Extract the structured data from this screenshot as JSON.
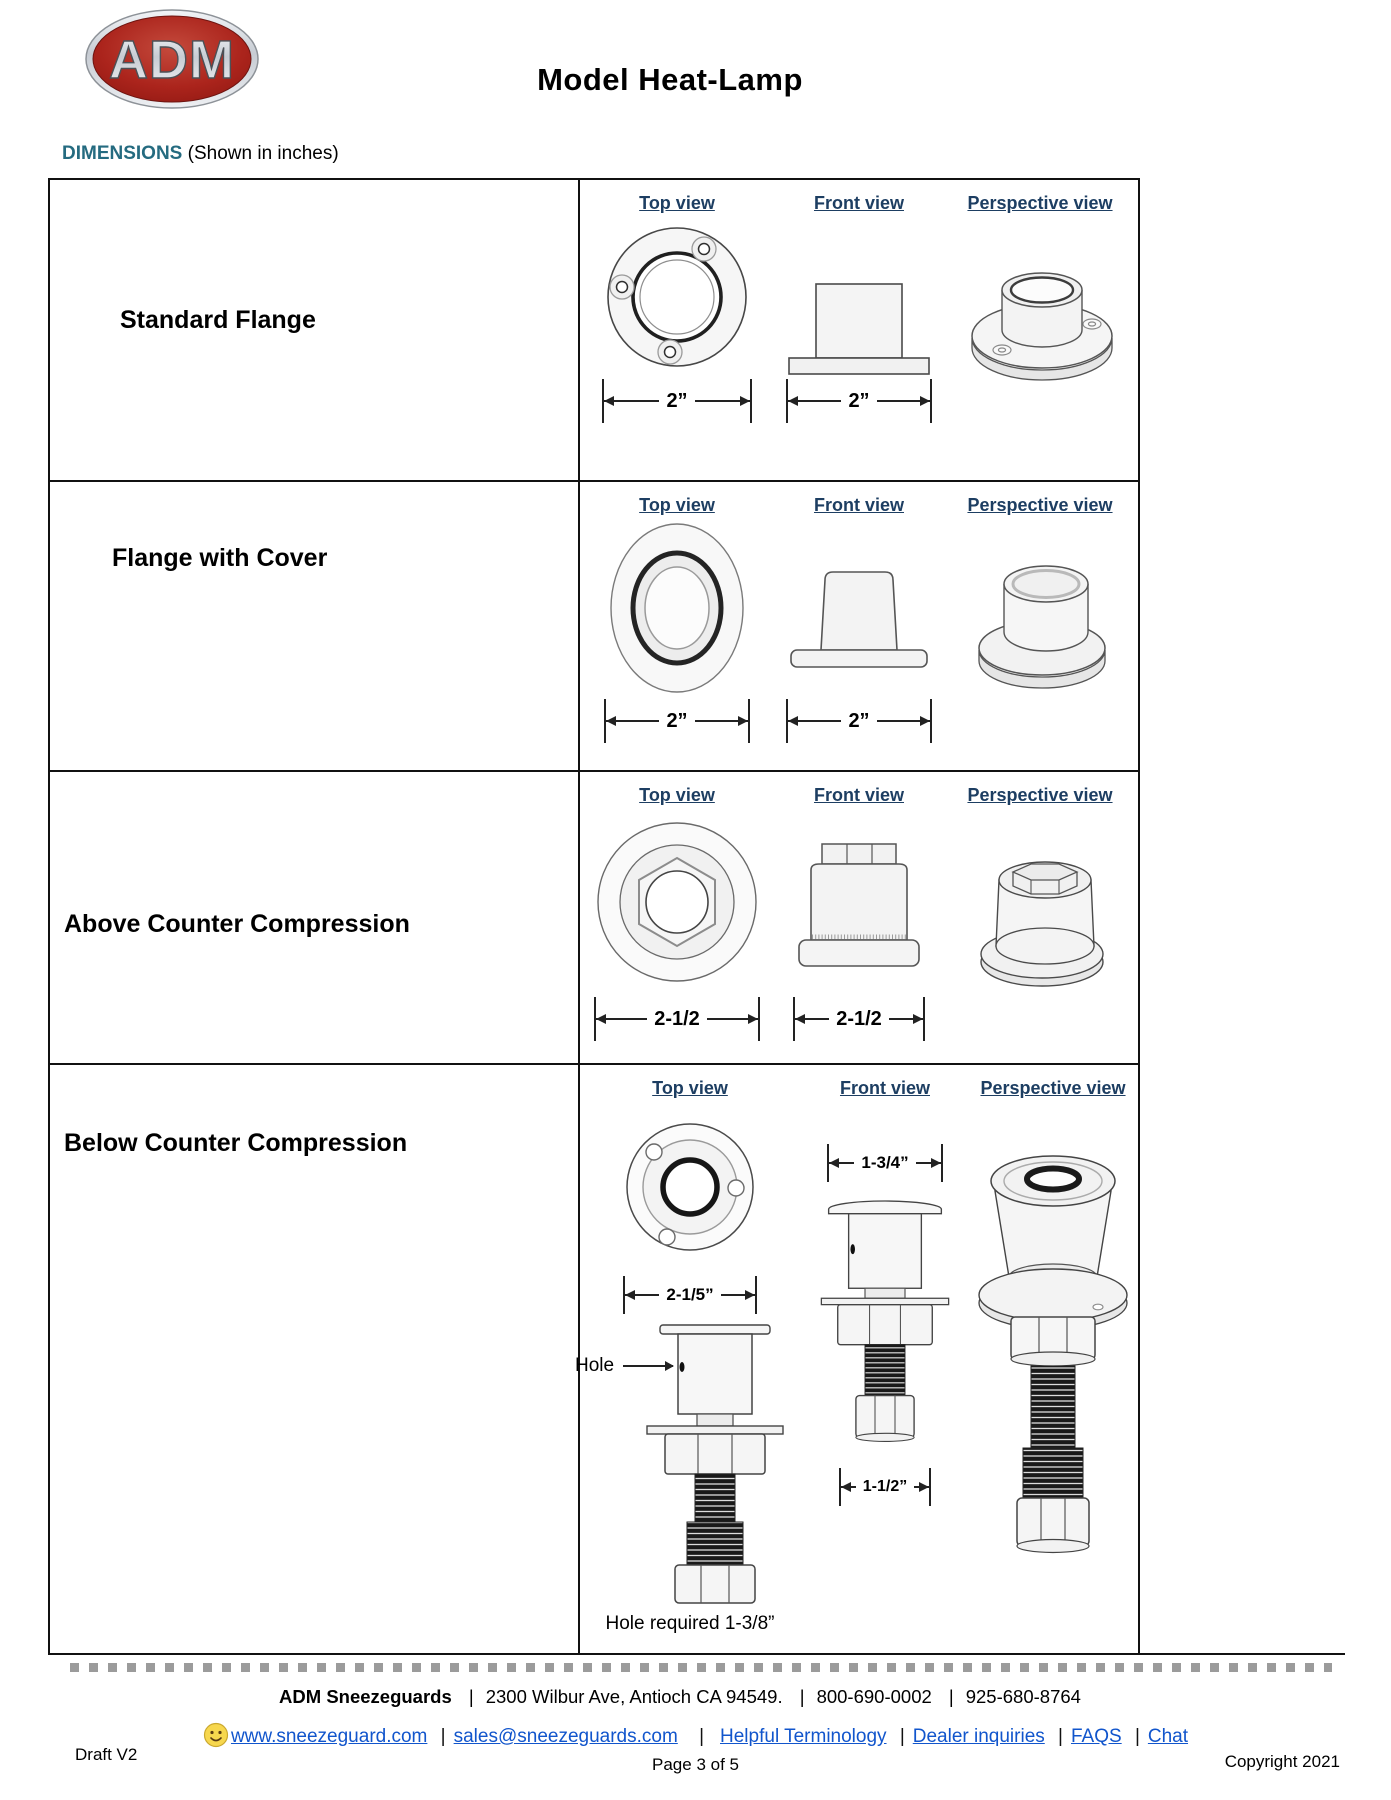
{
  "header": {
    "logo": "ADM",
    "title": "Model Heat-Lamp"
  },
  "section": {
    "heading": "DIMENSIONS",
    "note": "(Shown in inches)"
  },
  "views": {
    "top": "Top view",
    "front": "Front view",
    "perspective": "Perspective view"
  },
  "rows": [
    {
      "label": "Standard Flange",
      "top_dim": "2”",
      "front_dim": "2”"
    },
    {
      "label": "Flange with Cover",
      "top_dim": "2”",
      "front_dim": "2”"
    },
    {
      "label": "Above Counter Compression",
      "top_dim": "2-1/2",
      "front_dim": "2-1/2"
    },
    {
      "label": "Below Counter Compression",
      "top_dim": "2-1/5”",
      "front_top_dim": "1-3/4”",
      "front_bottom_dim": "1-1/2”",
      "hole_label": "Hole",
      "hole_note": "Hole required 1-3/8”"
    }
  ],
  "footer": {
    "sep": "|",
    "company": "ADM Sneezeguards",
    "address": "2300 Wilbur Ave, Antioch CA 94549.",
    "phone1": "800-690-0002",
    "phone2": "925-680-8764",
    "links": [
      "www.sneezeguard.com",
      "sales@sneezeguards.com",
      "Helpful Terminology",
      "Dealer inquiries",
      "FAQS",
      "Chat"
    ],
    "draft": "Draft V2",
    "page": "Page 3 of 5",
    "copyright": "Copyright 2021"
  },
  "colors": {
    "view_heading": "#1d3e62",
    "section_heading": "#256b80",
    "link": "#1155cc",
    "logo_red": "#a81f18"
  }
}
